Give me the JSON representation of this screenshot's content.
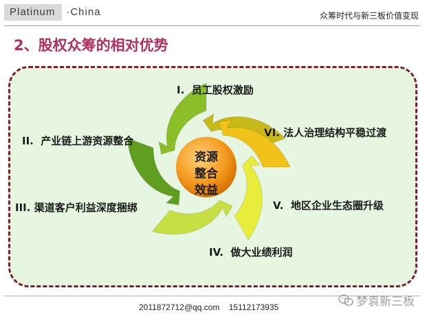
{
  "header": {
    "logo_left": "Platinum",
    "logo_right": "·China",
    "title": "众筹时代与新三板价值变现"
  },
  "slide": {
    "heading": "2、股权众筹的相对优势",
    "center_label": [
      "资源",
      "整合",
      "效益"
    ],
    "items": [
      {
        "numeral": "I.",
        "text": "员工股权激励"
      },
      {
        "numeral": "II.",
        "text": "产业链上游资源整合"
      },
      {
        "numeral": "III.",
        "text": "渠道客户利益深度捆绑"
      },
      {
        "numeral": "IV.",
        "text": "做大业绩利润"
      },
      {
        "numeral": "V.",
        "text": "地区企业生态圈升级"
      },
      {
        "numeral": "VI.",
        "text": "法人治理结构平稳过渡"
      }
    ]
  },
  "footer": {
    "email": "2011872712@qq.com",
    "phone": "15112173935",
    "watermark": "梦袁新三板"
  },
  "colors": {
    "heading": "#b03060",
    "panel_border": "#7a1f2b",
    "panel_fill": "#e6f6e0",
    "center_fill": "#f08a10"
  }
}
